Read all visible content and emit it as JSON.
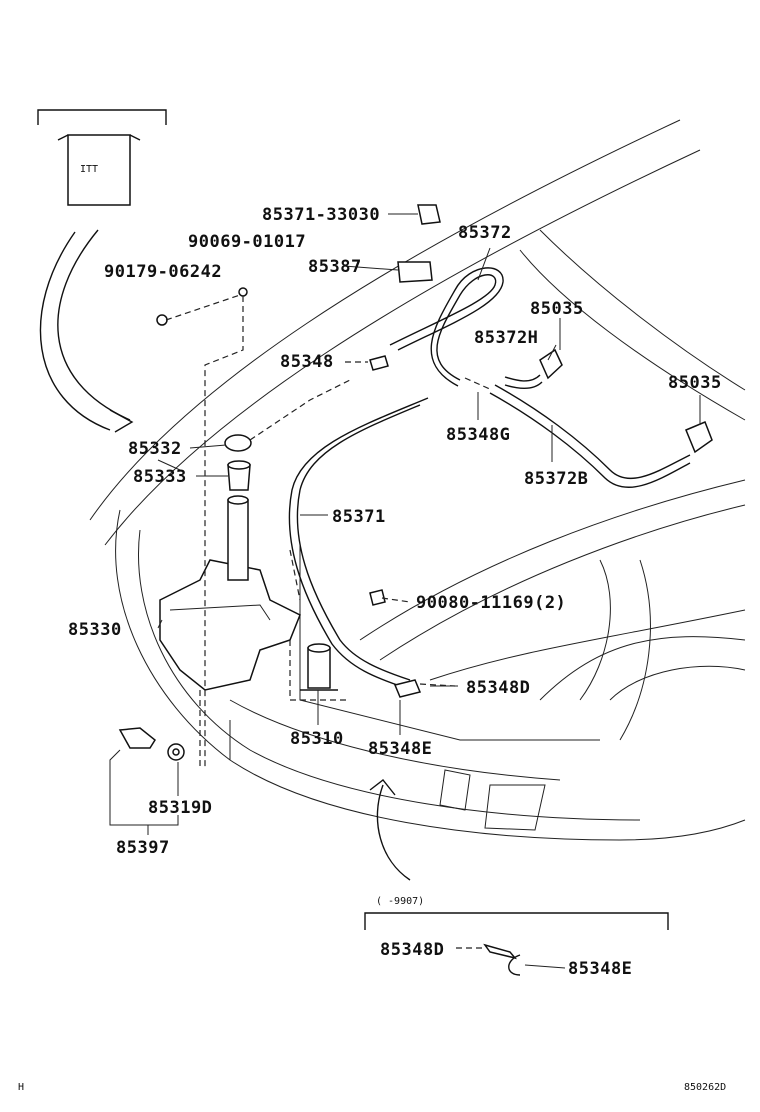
{
  "inset_top": {
    "label": "ITT"
  },
  "inset_bottom": {
    "range": "(     -9907)"
  },
  "parts": {
    "p85371_33030": "85371-33030",
    "p90069_01017": "90069-01017",
    "p90179_06242": "90179-06242",
    "p85387": "85387",
    "p85372": "85372",
    "p85035a": "85035",
    "p85372h": "85372H",
    "p85035b": "85035",
    "p85348": "85348",
    "p85348g": "85348G",
    "p85372b": "85372B",
    "p85332": "85332",
    "p85333": "85333",
    "p85371": "85371",
    "p90080_11169": "90080-11169(2)",
    "p85330": "85330",
    "p85348d": "85348D",
    "p85310": "85310",
    "p85348e": "85348E",
    "p85319d": "85319D",
    "p85397": "85397",
    "p85348d_b": "85348D",
    "p85348e_b": "85348E"
  },
  "footer": {
    "left": "H",
    "right": "850262D"
  }
}
